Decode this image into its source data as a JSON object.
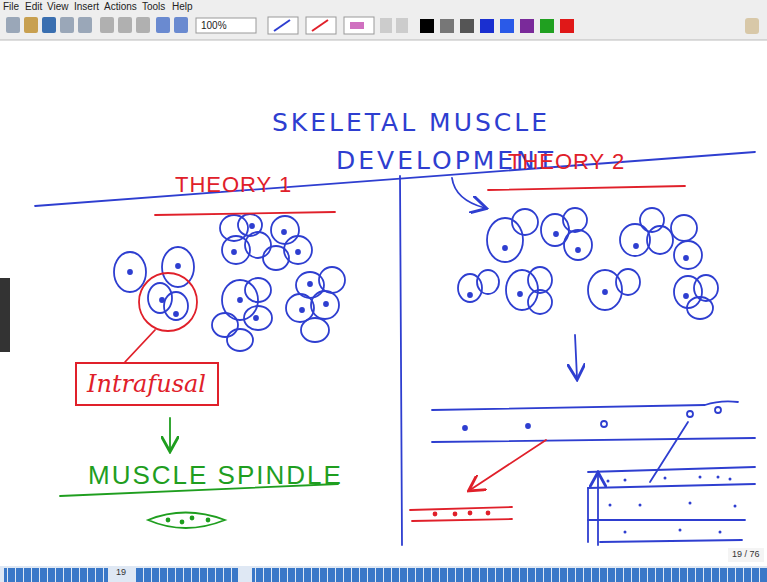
{
  "diagram": {
    "title": "SKELETAL MUSCLE DEVELOPMENT",
    "nodes": [
      {
        "text": [
          "Intrafusal"
        ]
      }
    ],
    "edges": [],
    "labels": [
      "File",
      "Edit",
      "View",
      "Insert",
      "Actions",
      "Tools",
      "Help",
      "100%",
      "THEORY 1",
      "THEORY 2",
      "MUSCLE SPINDLE",
      "19 / 76",
      "19"
    ]
  }
}
